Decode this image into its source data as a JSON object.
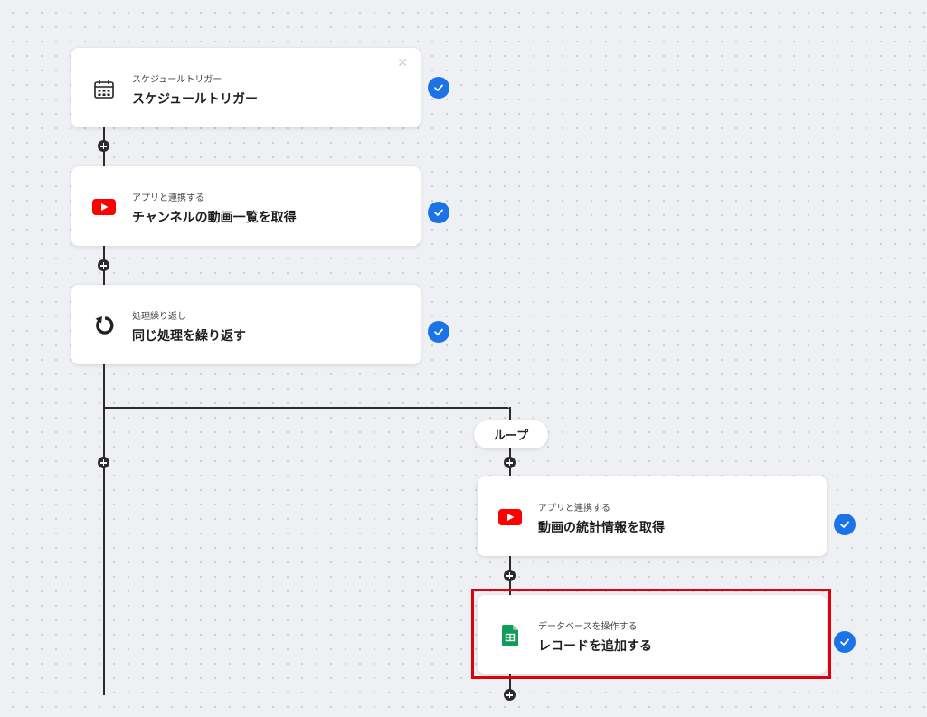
{
  "nodes": [
    {
      "subtitle": "スケジュールトリガー",
      "title": "スケジュールトリガー",
      "icon": "calendar-icon"
    },
    {
      "subtitle": "アプリと連携する",
      "title": "チャンネルの動画一覧を取得",
      "icon": "youtube-icon"
    },
    {
      "subtitle": "処理繰り返し",
      "title": "同じ処理を繰り返す",
      "icon": "loop-icon"
    },
    {
      "subtitle": "アプリと連携する",
      "title": "動画の統計情報を取得",
      "icon": "youtube-icon"
    },
    {
      "subtitle": "データベースを操作する",
      "title": "レコードを追加する",
      "icon": "google-sheets-icon"
    }
  ],
  "loop_label": "ループ",
  "colors": {
    "accent_check": "#1c73e8",
    "youtube_red": "#ff0000",
    "sheets_green": "#0f9d58",
    "highlight_border": "#e0000b"
  }
}
